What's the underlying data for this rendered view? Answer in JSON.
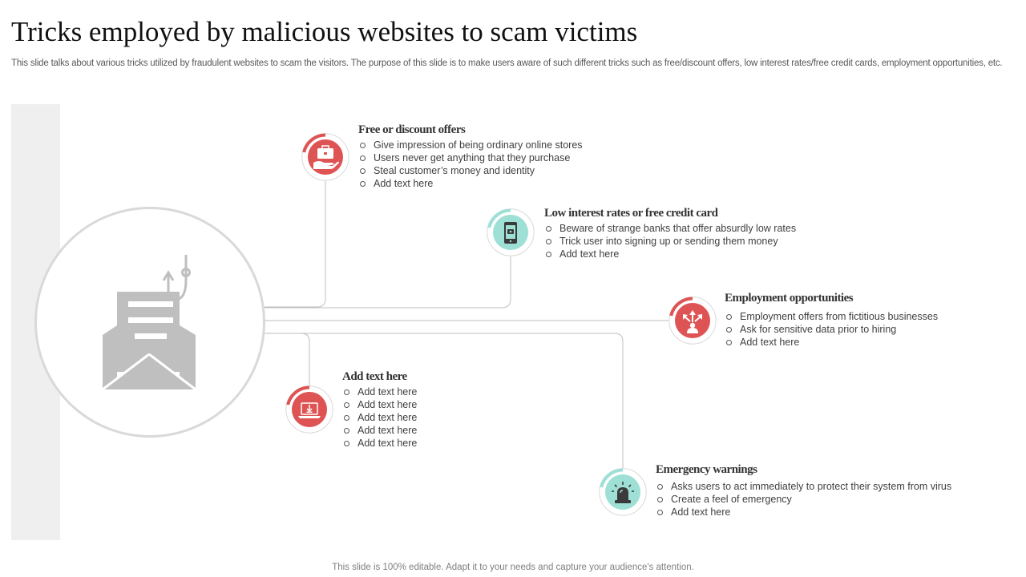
{
  "slide": {
    "title": "Tricks employed by malicious websites to scam victims",
    "subtitle": "This slide talks about various tricks utilized by fraudulent websites to scam the visitors. The purpose of this slide is to make users aware of such different tricks such as free/discount offers, low interest rates/free credit cards, employment opportunities, etc.",
    "footer": "This slide is 100% editable. Adapt it to your needs and capture your audience's attention."
  },
  "colors": {
    "red": "#de5454",
    "teal": "#9ee0d6",
    "line_gray": "#bfbfbf",
    "ring_gray": "#d9d9d9"
  },
  "items": [
    {
      "heading": "Free or discount offers",
      "icon": "briefcase-hand-icon",
      "points": [
        "Give impression of being ordinary online stores",
        "Users never get anything that they purchase",
        "Steal customer’s money and identity",
        "Add text here"
      ]
    },
    {
      "heading": "Low interest rates or free credit card",
      "icon": "mobile-payment-icon",
      "points": [
        "Beware of strange banks that offer absurdly low rates",
        "Trick user into signing up or sending them money",
        "Add text here"
      ]
    },
    {
      "heading": "Employment opportunities",
      "icon": "career-options-icon",
      "points": [
        "Employment offers from fictitious businesses",
        "Ask for sensitive data prior to hiring",
        "Add text here"
      ]
    },
    {
      "heading": "Add text here",
      "icon": "laptop-alert-icon",
      "points": [
        "Add text here",
        "Add text here",
        "Add text here",
        "Add text here",
        "Add text here"
      ]
    },
    {
      "heading": "Emergency warnings",
      "icon": "siren-icon",
      "points": [
        "Asks users to act immediately to protect their system from virus",
        "Create a feel of emergency",
        "Add text here"
      ]
    }
  ]
}
